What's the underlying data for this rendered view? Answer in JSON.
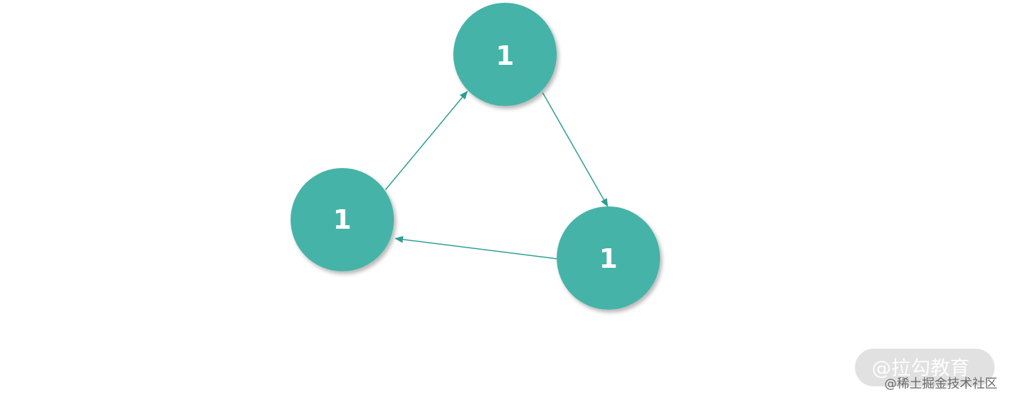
{
  "diagram": {
    "nodes": [
      {
        "id": "top",
        "label": "1"
      },
      {
        "id": "left",
        "label": "1"
      },
      {
        "id": "right",
        "label": "1"
      }
    ],
    "edges": [
      {
        "from": "left",
        "to": "top"
      },
      {
        "from": "top",
        "to": "right"
      },
      {
        "from": "right",
        "to": "left"
      }
    ],
    "colors": {
      "node_fill": "#44b3a8",
      "edge": "#2c9e92",
      "label": "#ffffff"
    }
  },
  "watermark": {
    "main": "@拉勾教育",
    "sub": "@稀土掘金技术社区"
  }
}
